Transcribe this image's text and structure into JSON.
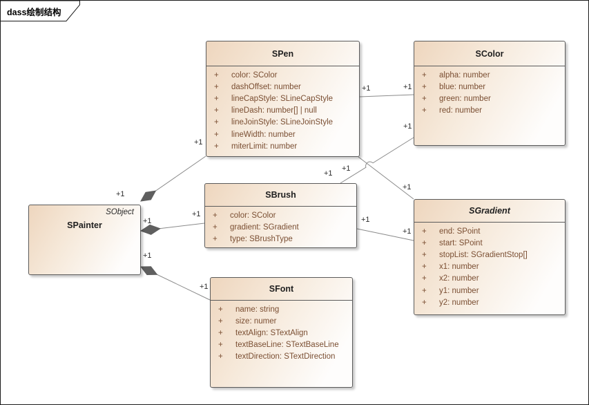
{
  "frame": {
    "title": "dass绘制结构"
  },
  "classes": [
    {
      "id": "spen",
      "name": "SPen",
      "name_italic": false,
      "attributes": [
        {
          "vis": "+",
          "text": "color: SColor"
        },
        {
          "vis": "+",
          "text": "dashOffset: number"
        },
        {
          "vis": "+",
          "text": "lineCapStyle: SLineCapStyle"
        },
        {
          "vis": "+",
          "text": "lineDash: number[] | null"
        },
        {
          "vis": "+",
          "text": "lineJoinStyle: SLineJoinStyle"
        },
        {
          "vis": "+",
          "text": "lineWidth: number"
        },
        {
          "vis": "+",
          "text": "miterLimit: number"
        }
      ]
    },
    {
      "id": "scolor",
      "name": "SColor",
      "name_italic": false,
      "attributes": [
        {
          "vis": "+",
          "text": "alpha: number"
        },
        {
          "vis": "+",
          "text": "blue: number"
        },
        {
          "vis": "+",
          "text": "green: number"
        },
        {
          "vis": "+",
          "text": "red: number"
        }
      ]
    },
    {
      "id": "sbrush",
      "name": "SBrush",
      "name_italic": false,
      "attributes": [
        {
          "vis": "+",
          "text": "color: SColor"
        },
        {
          "vis": "+",
          "text": "gradient: SGradient"
        },
        {
          "vis": "+",
          "text": "type: SBrushType"
        }
      ]
    },
    {
      "id": "sgradient",
      "name": "SGradient",
      "name_italic": true,
      "attributes": [
        {
          "vis": "+",
          "text": "end: SPoint"
        },
        {
          "vis": "+",
          "text": "start: SPoint"
        },
        {
          "vis": "+",
          "text": "stopList: SGradientStop[]"
        },
        {
          "vis": "+",
          "text": "x1: number"
        },
        {
          "vis": "+",
          "text": "x2: number"
        },
        {
          "vis": "+",
          "text": "y1: number"
        },
        {
          "vis": "+",
          "text": "y2: number"
        }
      ]
    },
    {
      "id": "sfont",
      "name": "SFont",
      "name_italic": false,
      "attributes": [
        {
          "vis": "+",
          "text": "name: string"
        },
        {
          "vis": "+",
          "text": "size: numer"
        },
        {
          "vis": "+",
          "text": "textAlign: STextAlign"
        },
        {
          "vis": "+",
          "text": "textBaseLine: STextBaseLine"
        },
        {
          "vis": "+",
          "text": "textDirection: STextDirection"
        }
      ]
    },
    {
      "id": "spainter",
      "name": "SPainter",
      "name_italic": false,
      "parent_label": "SObject",
      "attributes": []
    }
  ],
  "connectors": [
    {
      "id": "painter-pen",
      "from": "SPainter",
      "to": "SPen",
      "type": "composition",
      "labels": [
        {
          "text": "+1"
        },
        {
          "text": "+1"
        }
      ]
    },
    {
      "id": "painter-brush",
      "from": "SPainter",
      "to": "SBrush",
      "type": "composition",
      "labels": [
        {
          "text": "+1"
        },
        {
          "text": "+1"
        }
      ]
    },
    {
      "id": "painter-font",
      "from": "SPainter",
      "to": "SFont",
      "type": "composition",
      "labels": [
        {
          "text": "+1"
        },
        {
          "text": "+1"
        }
      ]
    },
    {
      "id": "pen-color",
      "from": "SPen",
      "to": "SColor",
      "type": "association",
      "labels": [
        {
          "text": "+1"
        },
        {
          "text": "+1"
        }
      ]
    },
    {
      "id": "brush-color",
      "from": "SBrush",
      "to": "SColor",
      "type": "association",
      "labels": [
        {
          "text": "+1"
        },
        {
          "text": "+1"
        }
      ]
    },
    {
      "id": "pen-gradient",
      "from": "SPen",
      "to": "SGradient",
      "type": "association",
      "labels": [
        {
          "text": "+1"
        },
        {
          "text": "+1"
        }
      ]
    },
    {
      "id": "brush-gradient",
      "from": "SBrush",
      "to": "SGradient",
      "type": "association",
      "labels": [
        {
          "text": "+1"
        },
        {
          "text": "+1"
        }
      ]
    }
  ],
  "colors": {
    "box_fill_start": "#eed6be",
    "box_fill_end": "#fefdfc",
    "box_border": "#5a5a5a",
    "attribute_text": "#7a4e32",
    "connector_line": "#8a8a8a",
    "diamond_fill": "#5f5f5f",
    "multiplicity_text": "#2b2b2b",
    "frame_border": "#1a1a1a",
    "background": "#ffffff"
  }
}
